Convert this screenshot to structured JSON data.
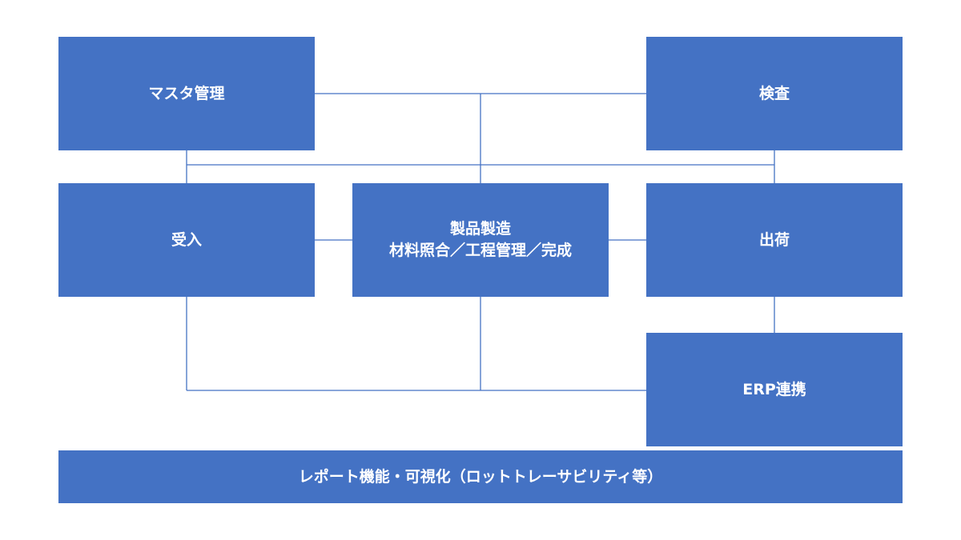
{
  "diagram": {
    "nodes": {
      "master": {
        "label": "マスタ管理"
      },
      "inspection": {
        "label": "検査"
      },
      "receiving": {
        "label": "受入"
      },
      "manufacturing": {
        "line1": "製品製造",
        "line2": "材料照合／工程管理／完成"
      },
      "shipping": {
        "label": "出荷"
      },
      "erp": {
        "label": "ERP連携"
      },
      "report": {
        "label": "レポート機能・可視化（ロットトレーサビリティ等）"
      }
    },
    "edges": [
      [
        "master",
        "inspection"
      ],
      [
        "master",
        "manufacturing"
      ],
      [
        "master",
        "receiving"
      ],
      [
        "receiving",
        "manufacturing"
      ],
      [
        "manufacturing",
        "shipping"
      ],
      [
        "inspection",
        "shipping"
      ],
      [
        "shipping",
        "erp"
      ],
      [
        "receiving",
        "erp"
      ],
      [
        "manufacturing",
        "erp"
      ]
    ],
    "colors": {
      "box_fill": "#4472c4",
      "connector": "#4472c4",
      "text": "#ffffff"
    }
  }
}
